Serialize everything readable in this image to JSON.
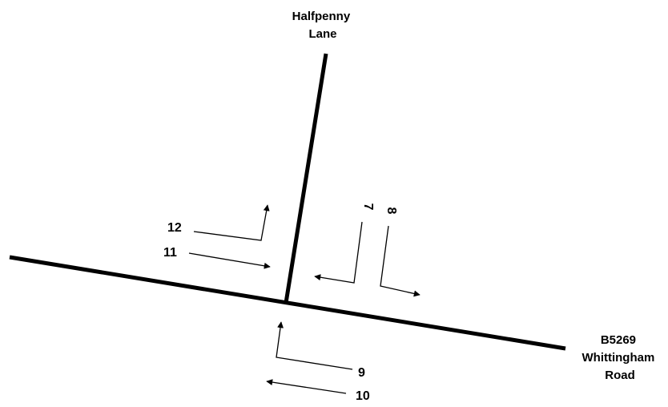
{
  "roads": {
    "north": {
      "name_line1": "Halfpenny",
      "name_line2": "Lane"
    },
    "main": {
      "name_line1": "B5269",
      "name_line2": "Whittingham",
      "name_line3": "Road"
    }
  },
  "movements": {
    "m7": "7",
    "m8": "8",
    "m9": "9",
    "m10": "10",
    "m11": "11",
    "m12": "12"
  },
  "colors": {
    "ink": "#000000",
    "background": "#ffffff"
  }
}
